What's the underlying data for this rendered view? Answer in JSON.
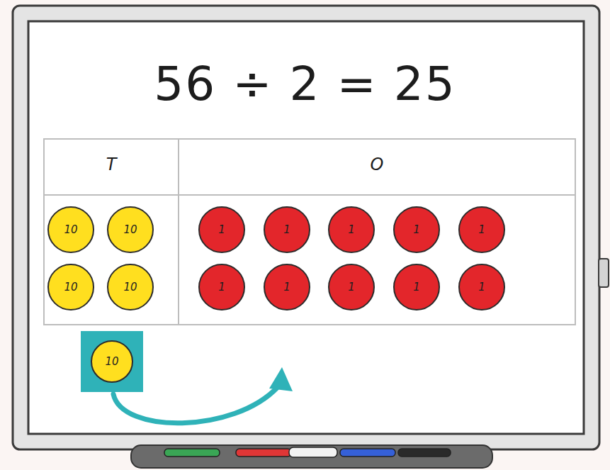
{
  "diagram": {
    "title": "56 ÷ 2 = 25",
    "nodes": [
      {
        "text": [
          "10"
        ]
      },
      {
        "text": [
          "10"
        ]
      },
      {
        "text": [
          "1"
        ]
      },
      {
        "text": [
          "1"
        ]
      },
      {
        "text": [
          "1"
        ]
      },
      {
        "text": [
          "1"
        ]
      },
      {
        "text": [
          "1"
        ]
      },
      {
        "text": [
          "10"
        ]
      },
      {
        "text": [
          "10"
        ]
      },
      {
        "text": [
          "1"
        ]
      },
      {
        "text": [
          "1"
        ]
      },
      {
        "text": [
          "1"
        ]
      },
      {
        "text": [
          "1"
        ]
      },
      {
        "text": [
          "1"
        ]
      },
      {
        "text": [
          "10"
        ]
      }
    ],
    "labels": [
      "T",
      "O"
    ]
  }
}
